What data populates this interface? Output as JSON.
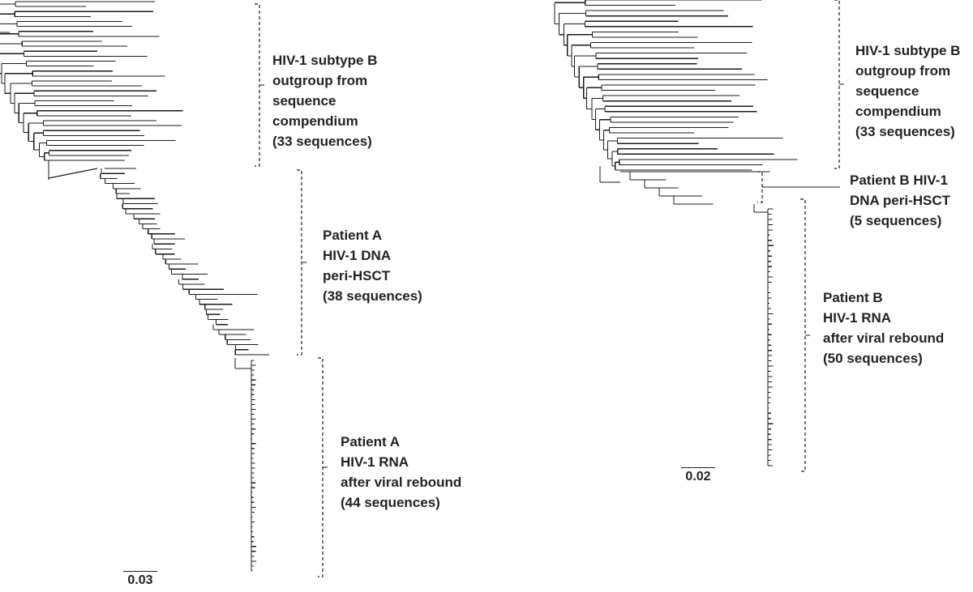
{
  "panel_a": {
    "clades": [
      {
        "id": "outgroup",
        "lines": [
          "HIV-1 subtype B",
          "outgroup from",
          "sequence",
          "compendium",
          "(33 sequences)"
        ],
        "leaf_count": 33
      },
      {
        "id": "dna",
        "lines": [
          "Patient A",
          "HIV-1 DNA",
          "peri-HSCT",
          "(38 sequences)"
        ],
        "leaf_count": 38
      },
      {
        "id": "rna",
        "lines": [
          "Patient A",
          "HIV-1 RNA",
          "after viral rebound",
          "(44 sequences)"
        ],
        "leaf_count": 44
      }
    ],
    "scale_bar": "0.03"
  },
  "panel_b": {
    "clades": [
      {
        "id": "outgroup",
        "lines": [
          "HIV-1 subtype B",
          "outgroup from",
          "sequence",
          "compendium",
          "(33 sequences)"
        ],
        "leaf_count": 33
      },
      {
        "id": "dna",
        "lines": [
          "Patient B HIV-1",
          "DNA peri-HSCT",
          "(5 sequences)"
        ],
        "leaf_count": 5
      },
      {
        "id": "rna",
        "lines": [
          "Patient B",
          "HIV-1 RNA",
          "after viral rebound",
          "(50 sequences)"
        ],
        "leaf_count": 50
      }
    ],
    "scale_bar": "0.02"
  }
}
